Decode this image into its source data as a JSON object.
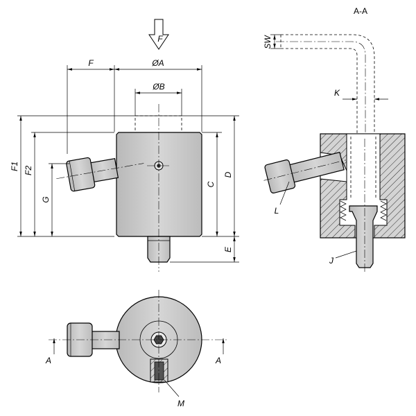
{
  "labels": {
    "force_arrow": "F",
    "dim_F": "F",
    "dim_A": "ØA",
    "dim_B": "ØB",
    "dim_F1": "F1",
    "dim_F2": "F2",
    "dim_G": "G",
    "dim_C": "C",
    "dim_D": "D",
    "dim_E": "E",
    "section_title": "A-A",
    "dim_SW": "SW",
    "dim_K": "K",
    "callout_L": "L",
    "callout_J": "J",
    "section_mark_left": "A",
    "section_mark_right": "A",
    "callout_M": "M"
  }
}
